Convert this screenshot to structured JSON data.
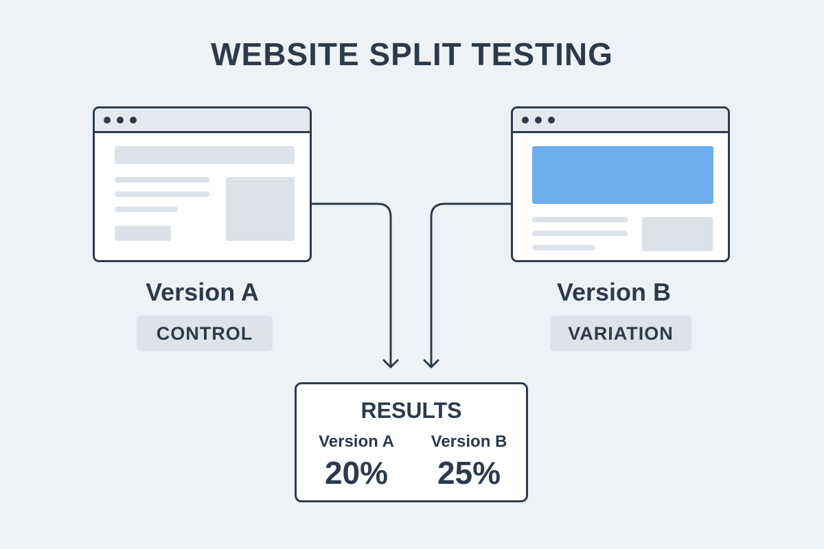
{
  "title": "WEBSITE SPLIT TESTING",
  "version_a": {
    "label": "Version A",
    "tag": "CONTROL",
    "mockup": {
      "hero_color": "#dde2e9"
    }
  },
  "version_b": {
    "label": "Version B",
    "tag": "VARIATION",
    "mockup": {
      "hero_color": "#6daeee"
    }
  },
  "results": {
    "title": "RESULTS",
    "items": [
      {
        "name": "Version A",
        "value": "20%"
      },
      {
        "name": "Version B",
        "value": "25%"
      }
    ]
  },
  "colors": {
    "background": "#eef2f7",
    "stroke": "#2d3a4c",
    "placeholder": "#dde2e9",
    "accent_blue": "#6daeee"
  }
}
